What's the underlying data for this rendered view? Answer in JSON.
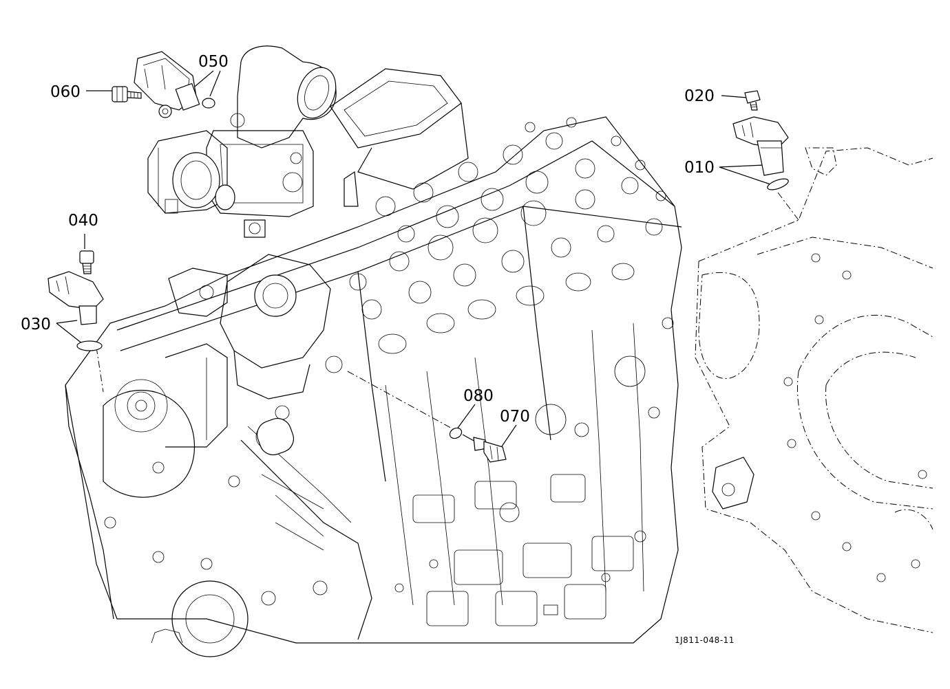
{
  "diagram": {
    "drawing_id": "1J811-048-11",
    "callouts": [
      {
        "id": "callout-010",
        "label": "010"
      },
      {
        "id": "callout-020",
        "label": "020"
      },
      {
        "id": "callout-030",
        "label": "030"
      },
      {
        "id": "callout-040",
        "label": "040"
      },
      {
        "id": "callout-050",
        "label": "050"
      },
      {
        "id": "callout-060",
        "label": "060"
      },
      {
        "id": "callout-070",
        "label": "070"
      },
      {
        "id": "callout-080",
        "label": "080"
      }
    ]
  }
}
